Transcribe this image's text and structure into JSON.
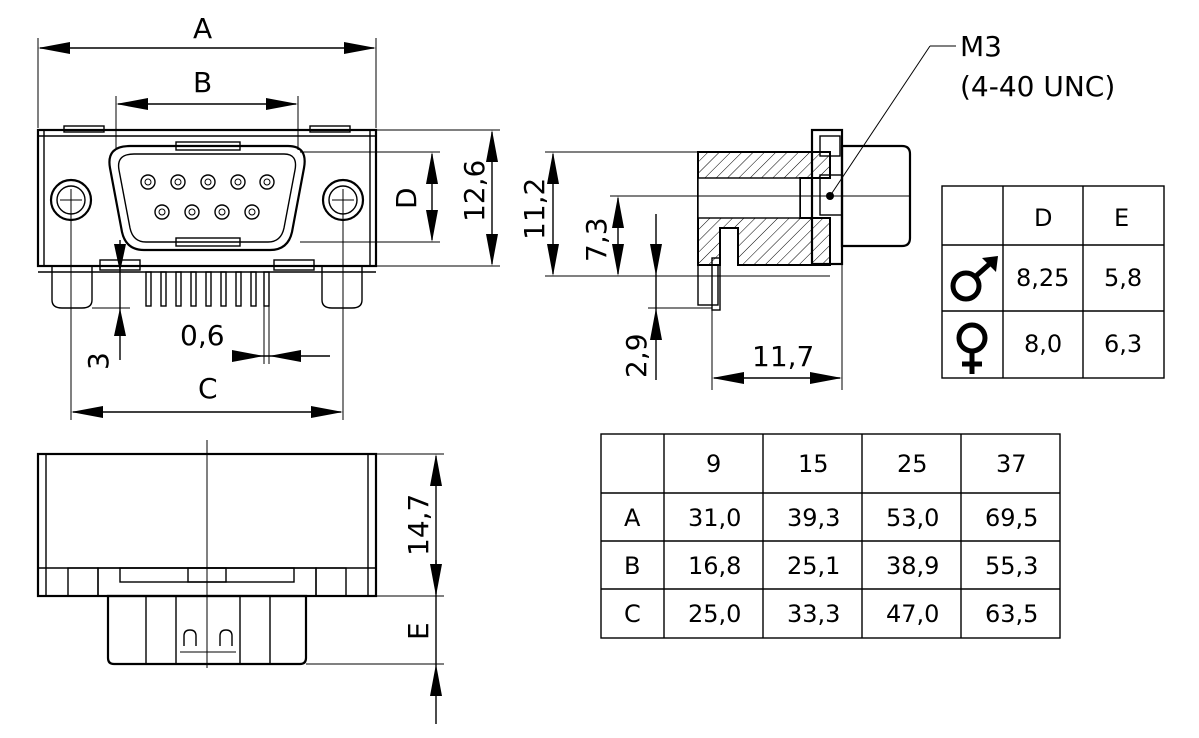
{
  "thread": {
    "line1": "M3",
    "line2": "(4-40 UNC)"
  },
  "dims": {
    "A": "A",
    "B": "B",
    "C": "C",
    "D": "D",
    "E": "E",
    "h12_6": "12,6",
    "h11_2": "11,2",
    "h7_3": "7,3",
    "h2_9": "2,9",
    "w11_7": "11,7",
    "w0_6": "0,6",
    "h3": "3",
    "h14_7": "14,7"
  },
  "gender_table": {
    "headers": [
      "D",
      "E"
    ],
    "rows": [
      {
        "icon": "male-symbol-icon",
        "values": [
          "8,25",
          "5,8"
        ]
      },
      {
        "icon": "female-symbol-icon",
        "values": [
          "8,0",
          "6,3"
        ]
      }
    ]
  },
  "size_table": {
    "headers": [
      "9",
      "15",
      "25",
      "37"
    ],
    "rows": [
      {
        "label": "A",
        "values": [
          "31,0",
          "39,3",
          "53,0",
          "69,5"
        ]
      },
      {
        "label": "B",
        "values": [
          "16,8",
          "25,1",
          "38,9",
          "55,3"
        ]
      },
      {
        "label": "C",
        "values": [
          "25,0",
          "33,3",
          "47,0",
          "63,5"
        ]
      }
    ]
  }
}
